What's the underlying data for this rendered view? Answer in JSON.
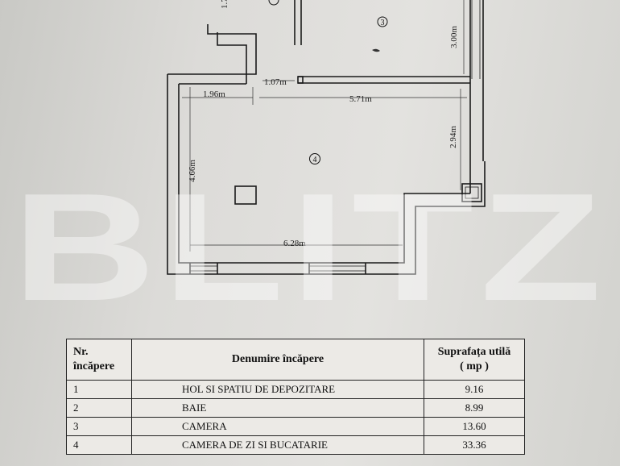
{
  "watermark": "BLITZ",
  "plan": {
    "room_labels": [
      "3",
      "4"
    ],
    "dimensions": {
      "top_cut": "1.7",
      "room3_height": "3.00m",
      "corridor_width": "1.07m",
      "left_width": "1.96m",
      "main_width": "5.71m",
      "right_height": "2.94m",
      "left_height": "4.66m",
      "bottom_width": "6.28m"
    }
  },
  "table": {
    "headers": {
      "nr": [
        "Nr.",
        "încăpere"
      ],
      "name": "Denumire încăpere",
      "area": [
        "Suprafața utilă",
        "( mp )"
      ]
    },
    "rows": [
      {
        "nr": "1",
        "name": "HOL SI SPATIU DE DEPOZITARE",
        "area": "9.16"
      },
      {
        "nr": "2",
        "name": "BAIE",
        "area": "8.99"
      },
      {
        "nr": "3",
        "name": "CAMERA",
        "area": "13.60"
      },
      {
        "nr": "4",
        "name": "CAMERA DE ZI SI BUCATARIE",
        "area": "33.36"
      }
    ]
  },
  "colors": {
    "paper": "#dcdbd8",
    "ink": "#1a1a1a",
    "watermark": "#ffffff"
  }
}
